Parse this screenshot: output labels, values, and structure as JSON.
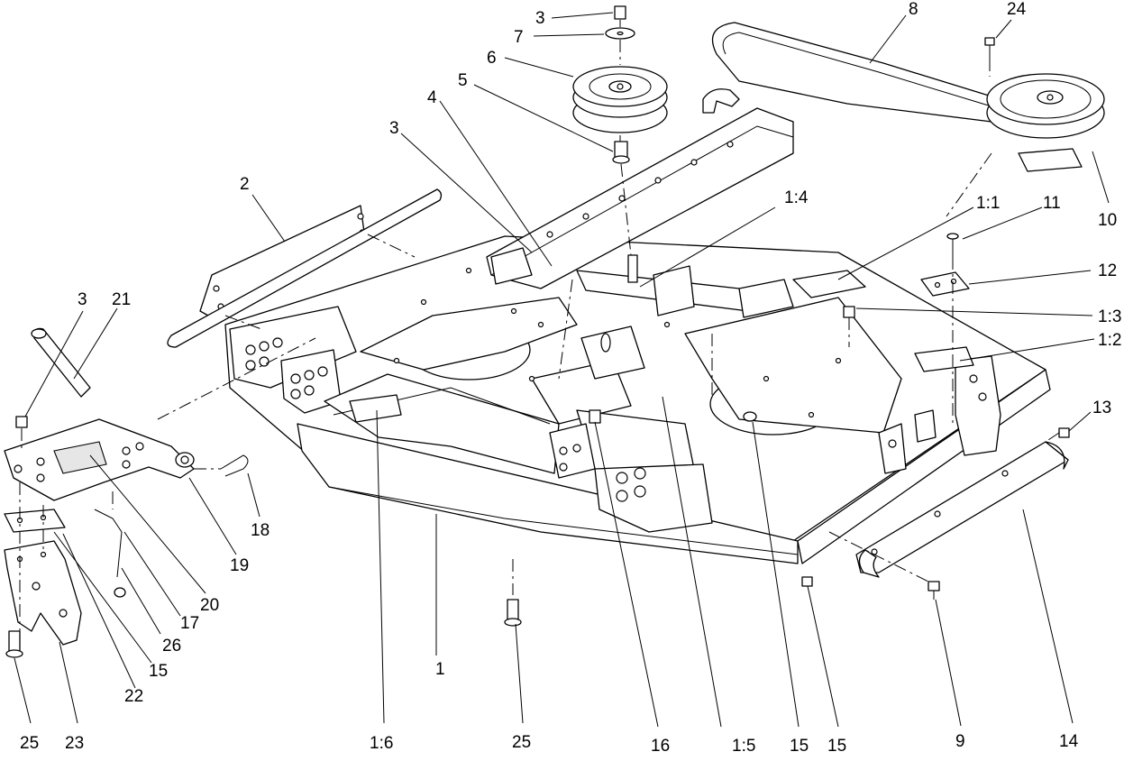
{
  "callouts": [
    {
      "id": "c-3a",
      "text": "3"
    },
    {
      "id": "c-7",
      "text": "7"
    },
    {
      "id": "c-6",
      "text": "6"
    },
    {
      "id": "c-5",
      "text": "5"
    },
    {
      "id": "c-4",
      "text": "4"
    },
    {
      "id": "c-3b",
      "text": "3"
    },
    {
      "id": "c-8",
      "text": "8"
    },
    {
      "id": "c-24",
      "text": "24"
    },
    {
      "id": "c-10",
      "text": "10"
    },
    {
      "id": "c-2",
      "text": "2"
    },
    {
      "id": "c-1-4",
      "text": "1:4"
    },
    {
      "id": "c-1-1",
      "text": "1:1"
    },
    {
      "id": "c-11",
      "text": "11"
    },
    {
      "id": "c-12",
      "text": "12"
    },
    {
      "id": "c-1-3",
      "text": "1:3"
    },
    {
      "id": "c-1-2",
      "text": "1:2"
    },
    {
      "id": "c-3c",
      "text": "3"
    },
    {
      "id": "c-21",
      "text": "21"
    },
    {
      "id": "c-13",
      "text": "13"
    },
    {
      "id": "c-18",
      "text": "18"
    },
    {
      "id": "c-19",
      "text": "19"
    },
    {
      "id": "c-20",
      "text": "20"
    },
    {
      "id": "c-17",
      "text": "17"
    },
    {
      "id": "c-26",
      "text": "26"
    },
    {
      "id": "c-15a",
      "text": "15"
    },
    {
      "id": "c-22",
      "text": "22"
    },
    {
      "id": "c-1",
      "text": "1"
    },
    {
      "id": "c-14",
      "text": "14"
    },
    {
      "id": "c-9",
      "text": "9"
    },
    {
      "id": "c-25a",
      "text": "25"
    },
    {
      "id": "c-23",
      "text": "23"
    },
    {
      "id": "c-1-6",
      "text": "1:6"
    },
    {
      "id": "c-25b",
      "text": "25"
    },
    {
      "id": "c-16",
      "text": "16"
    },
    {
      "id": "c-1-5",
      "text": "1:5"
    },
    {
      "id": "c-15b",
      "text": "15"
    },
    {
      "id": "c-15c",
      "text": "15"
    }
  ]
}
